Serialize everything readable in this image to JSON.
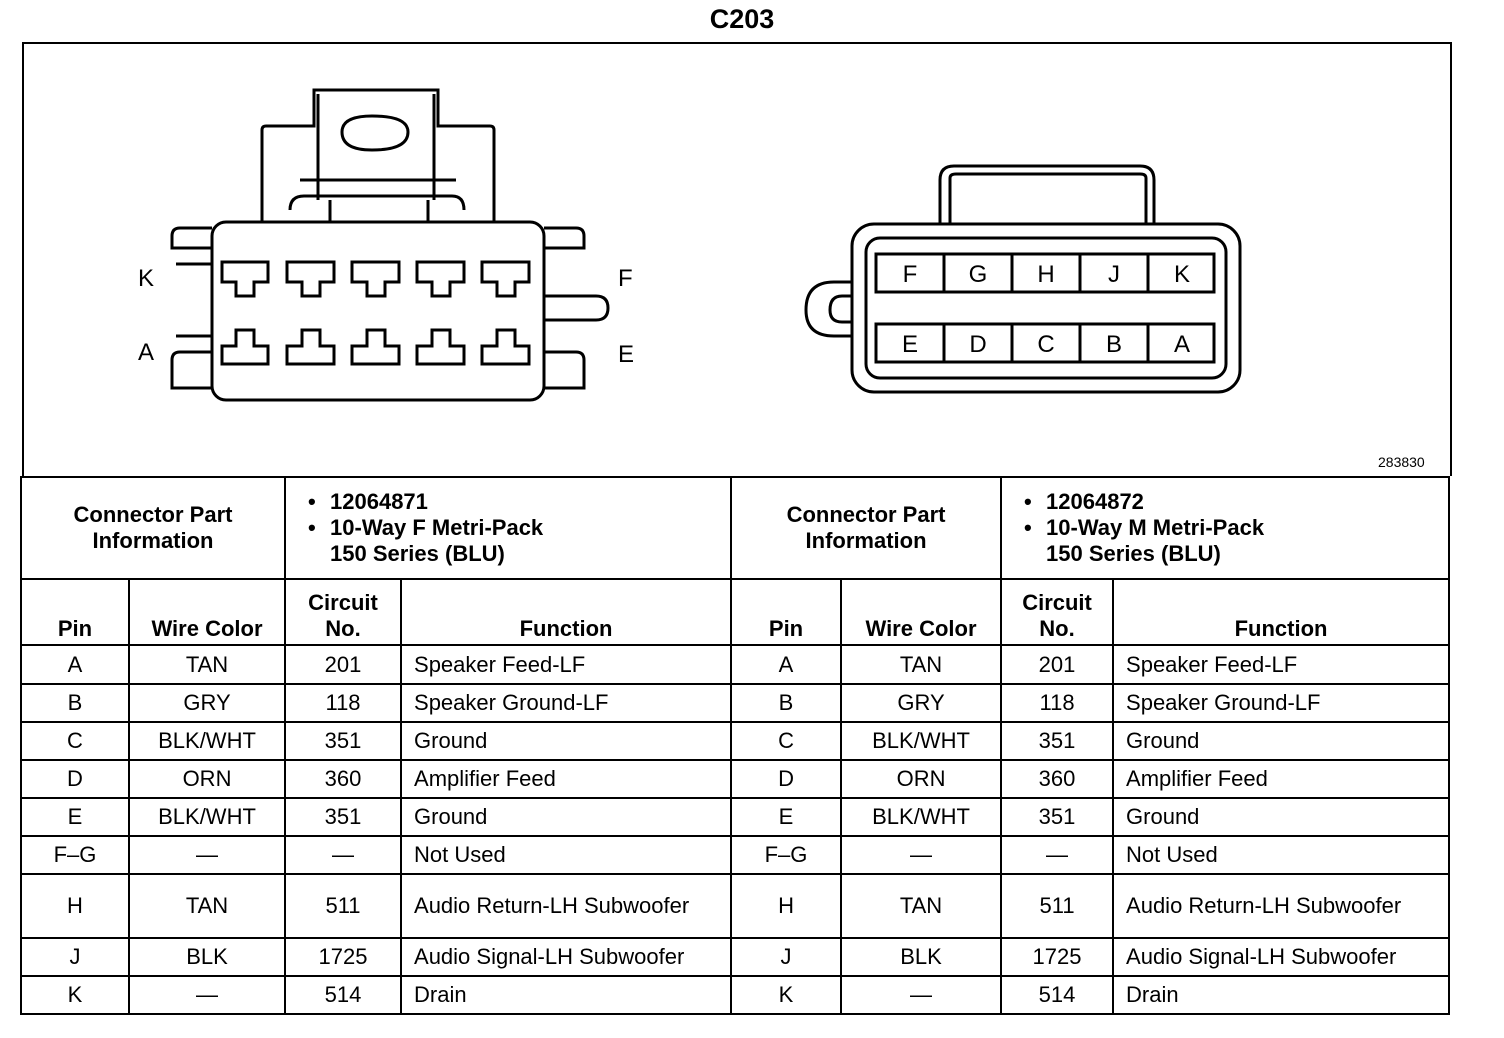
{
  "title": "C203",
  "reference_id": "283830",
  "female_connector": {
    "side_labels": {
      "top_left": "K",
      "bottom_left": "A",
      "top_right": "F",
      "bottom_right": "E"
    }
  },
  "male_connector": {
    "top_row": [
      "F",
      "G",
      "H",
      "J",
      "K"
    ],
    "bottom_row": [
      "E",
      "D",
      "C",
      "B",
      "A"
    ]
  },
  "tables": [
    {
      "info_label": "Connector Part Information",
      "part_number": "12064871",
      "part_desc_line1": "10-Way F Metri-Pack",
      "part_desc_line2": "150 Series (BLU)",
      "headers": {
        "pin": "Pin",
        "wire_color": "Wire Color",
        "circuit": "Circuit No.",
        "function": "Function"
      },
      "rows": [
        {
          "pin": "A",
          "wire": "TAN",
          "circuit": "201",
          "function": "Speaker Feed-LF"
        },
        {
          "pin": "B",
          "wire": "GRY",
          "circuit": "118",
          "function": "Speaker Ground-LF"
        },
        {
          "pin": "C",
          "wire": "BLK/WHT",
          "circuit": "351",
          "function": "Ground"
        },
        {
          "pin": "D",
          "wire": "ORN",
          "circuit": "360",
          "function": "Amplifier Feed"
        },
        {
          "pin": "E",
          "wire": "BLK/WHT",
          "circuit": "351",
          "function": "Ground"
        },
        {
          "pin": "F–G",
          "wire": "—",
          "circuit": "—",
          "function": "Not Used"
        },
        {
          "pin": "H",
          "wire": "TAN",
          "circuit": "511",
          "function": "Audio Return-LH Subwoofer"
        },
        {
          "pin": "J",
          "wire": "BLK",
          "circuit": "1725",
          "function": "Audio Signal-LH Subwoofer"
        },
        {
          "pin": "K",
          "wire": "—",
          "circuit": "514",
          "function": "Drain"
        }
      ]
    },
    {
      "info_label": "Connector Part Information",
      "part_number": "12064872",
      "part_desc_line1": "10-Way M Metri-Pack",
      "part_desc_line2": "150 Series (BLU)",
      "headers": {
        "pin": "Pin",
        "wire_color": "Wire Color",
        "circuit": "Circuit No.",
        "function": "Function"
      },
      "rows": [
        {
          "pin": "A",
          "wire": "TAN",
          "circuit": "201",
          "function": "Speaker Feed-LF"
        },
        {
          "pin": "B",
          "wire": "GRY",
          "circuit": "118",
          "function": "Speaker Ground-LF"
        },
        {
          "pin": "C",
          "wire": "BLK/WHT",
          "circuit": "351",
          "function": "Ground"
        },
        {
          "pin": "D",
          "wire": "ORN",
          "circuit": "360",
          "function": "Amplifier Feed"
        },
        {
          "pin": "E",
          "wire": "BLK/WHT",
          "circuit": "351",
          "function": "Ground"
        },
        {
          "pin": "F–G",
          "wire": "—",
          "circuit": "—",
          "function": "Not Used"
        },
        {
          "pin": "H",
          "wire": "TAN",
          "circuit": "511",
          "function": "Audio Return-LH Subwoofer"
        },
        {
          "pin": "J",
          "wire": "BLK",
          "circuit": "1725",
          "function": "Audio Signal-LH Subwoofer"
        },
        {
          "pin": "K",
          "wire": "—",
          "circuit": "514",
          "function": "Drain"
        }
      ]
    }
  ]
}
